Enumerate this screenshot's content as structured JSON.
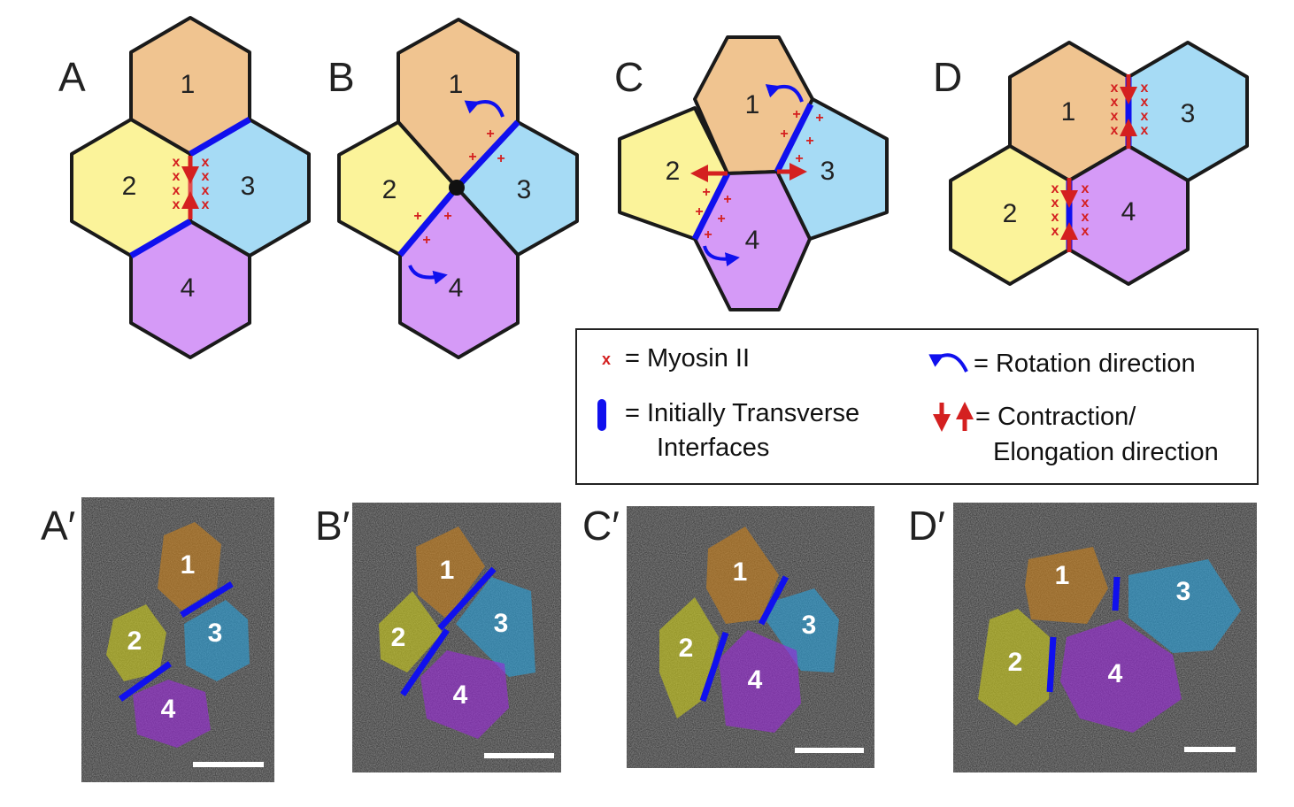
{
  "panels": {
    "A": {
      "label": "A",
      "cells": [
        "1",
        "2",
        "3",
        "4"
      ]
    },
    "B": {
      "label": "B",
      "cells": [
        "1",
        "2",
        "3",
        "4"
      ]
    },
    "C": {
      "label": "C",
      "cells": [
        "1",
        "2",
        "3",
        "4"
      ]
    },
    "D": {
      "label": "D",
      "cells": [
        "1",
        "2",
        "3",
        "4"
      ]
    },
    "A_prime": {
      "label": "A′",
      "cells": [
        "1",
        "2",
        "3",
        "4"
      ]
    },
    "B_prime": {
      "label": "B′",
      "cells": [
        "1",
        "2",
        "3",
        "4"
      ]
    },
    "C_prime": {
      "label": "C′",
      "cells": [
        "1",
        "2",
        "3",
        "4"
      ]
    },
    "D_prime": {
      "label": "D′",
      "cells": [
        "1",
        "2",
        "3",
        "4"
      ]
    }
  },
  "legend": {
    "myosin_symbol": "x",
    "myosin": "= Myosin II",
    "transverse_line1": "= Initially Transverse",
    "transverse_line2": "Interfaces",
    "rotation": "= Rotation direction",
    "contraction_line1": "= Contraction/",
    "contraction_line2": "Elongation direction"
  },
  "colors": {
    "cell1": "#f0c490",
    "cell2": "#fbf39a",
    "cell3": "#a6dbf5",
    "cell4": "#d59af7",
    "interface": "#1010ee",
    "myosin": "#d42020"
  }
}
